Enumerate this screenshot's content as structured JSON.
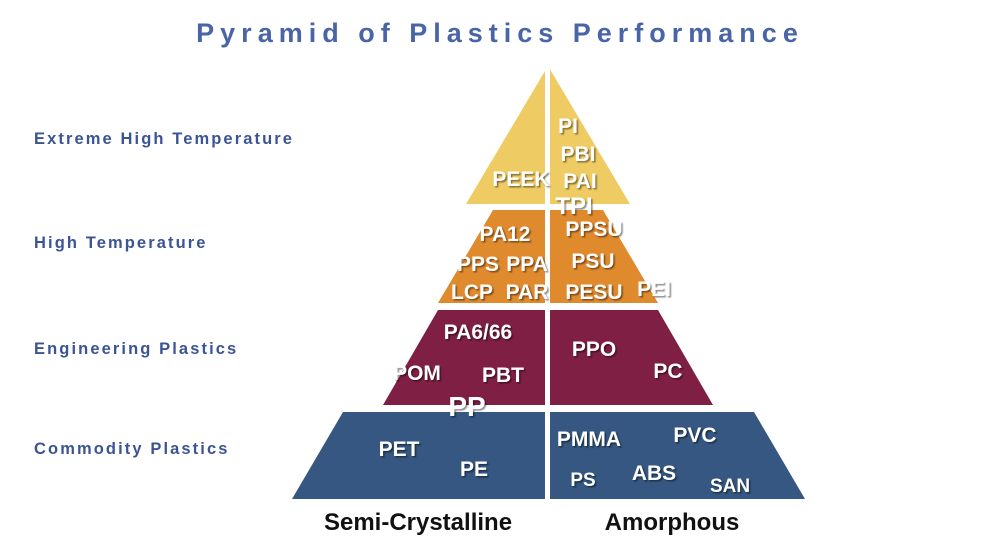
{
  "header": {
    "title": "Pyramid of Plastics Performance",
    "title_color": "#4a64a8"
  },
  "row_labels": [
    {
      "label": "Extreme High Temperature"
    },
    {
      "label": "High Temperature"
    },
    {
      "label": "Engineering Plastics"
    },
    {
      "label": "Commodity Plastics"
    }
  ],
  "axis_labels": {
    "left": "Semi-Crystalline",
    "right": "Amorphous"
  },
  "tiers": [
    {
      "name": "extreme-high-temperature",
      "color": "#efcb63",
      "semi_crystalline": [
        "PEEK"
      ],
      "amorphous": [
        "PI",
        "PBI",
        "PAI"
      ],
      "straddling": [
        "TPI"
      ]
    },
    {
      "name": "high-temperature",
      "color": "#e08a2e",
      "semi_crystalline": [
        "PA12",
        "PPS",
        "PPA",
        "LCP",
        "PAR"
      ],
      "amorphous": [
        "PPSU",
        "PSU",
        "PESU",
        "PEI"
      ],
      "straddling": []
    },
    {
      "name": "engineering-plastics",
      "color": "#7f1f43",
      "semi_crystalline": [
        "PA6/66",
        "POM",
        "PBT"
      ],
      "amorphous": [
        "PPO",
        "PC"
      ],
      "straddling": [
        "PP"
      ]
    },
    {
      "name": "commodity-plastics",
      "color": "#355781",
      "semi_crystalline": [
        "PET",
        "PE"
      ],
      "amorphous": [
        "PMMA",
        "PVC",
        "PS",
        "ABS",
        "SAN"
      ],
      "straddling": []
    }
  ],
  "chips": {
    "t0": {
      "peek": "PEEK",
      "pi": "PI",
      "pbi": "PBI",
      "pai": "PAI",
      "tpi": "TPI"
    },
    "t1": {
      "pa12": "PA12",
      "pps": "PPS",
      "ppa": "PPA",
      "lcp": "LCP",
      "par": "PAR",
      "ppsu": "PPSU",
      "psu": "PSU",
      "pesu": "PESU",
      "pei": "PEI"
    },
    "t2": {
      "pa666": "PA6/66",
      "pom": "POM",
      "pbt": "PBT",
      "pp": "PP",
      "ppo": "PPO",
      "pc": "PC"
    },
    "t3": {
      "pet": "PET",
      "pe": "PE",
      "pmma": "PMMA",
      "pvc": "PVC",
      "ps": "PS",
      "abs": "ABS",
      "san": "SAN"
    }
  }
}
